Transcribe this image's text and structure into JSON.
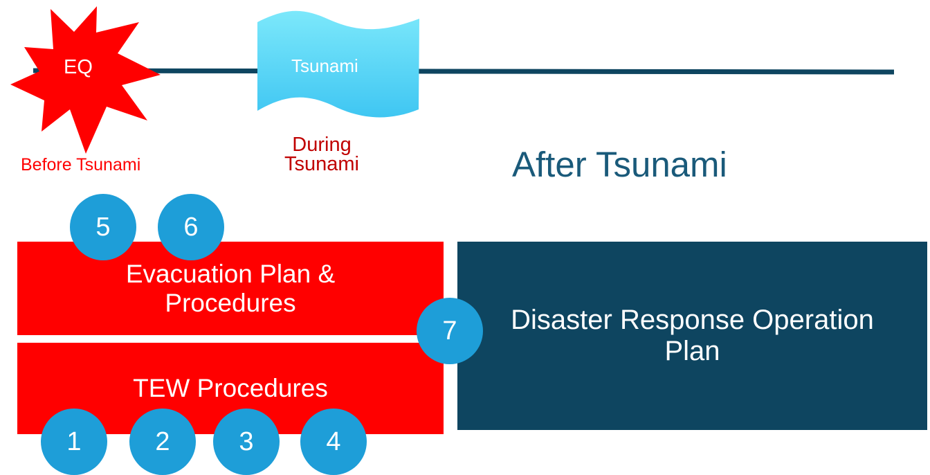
{
  "timeline": {
    "eq_label": "EQ",
    "tsunami_label": "Tsunami"
  },
  "phases": {
    "before": "Before Tsunami",
    "during_line1": "During",
    "during_line2": "Tsunami",
    "after": "After Tsunami"
  },
  "boxes": {
    "evacuation_line1": "Evacuation Plan &",
    "evacuation_line2": "Procedures",
    "tew": "TEW Procedures",
    "disaster_line1": "Disaster Response Operation",
    "disaster_line2": "Plan"
  },
  "markers": [
    "1",
    "2",
    "3",
    "4",
    "5",
    "6",
    "7"
  ],
  "colors": {
    "timeline_line": "#0e4560",
    "starburst": "#ff0000",
    "wave_top": "#7ce8fb",
    "wave_bottom": "#3fc6f2",
    "red_box": "#ff0000",
    "navy_box": "#0e4560",
    "marker": "#1e9ed8",
    "before_text": "#ff0000",
    "during_text": "#c00000",
    "after_text": "#1a5a7a"
  }
}
